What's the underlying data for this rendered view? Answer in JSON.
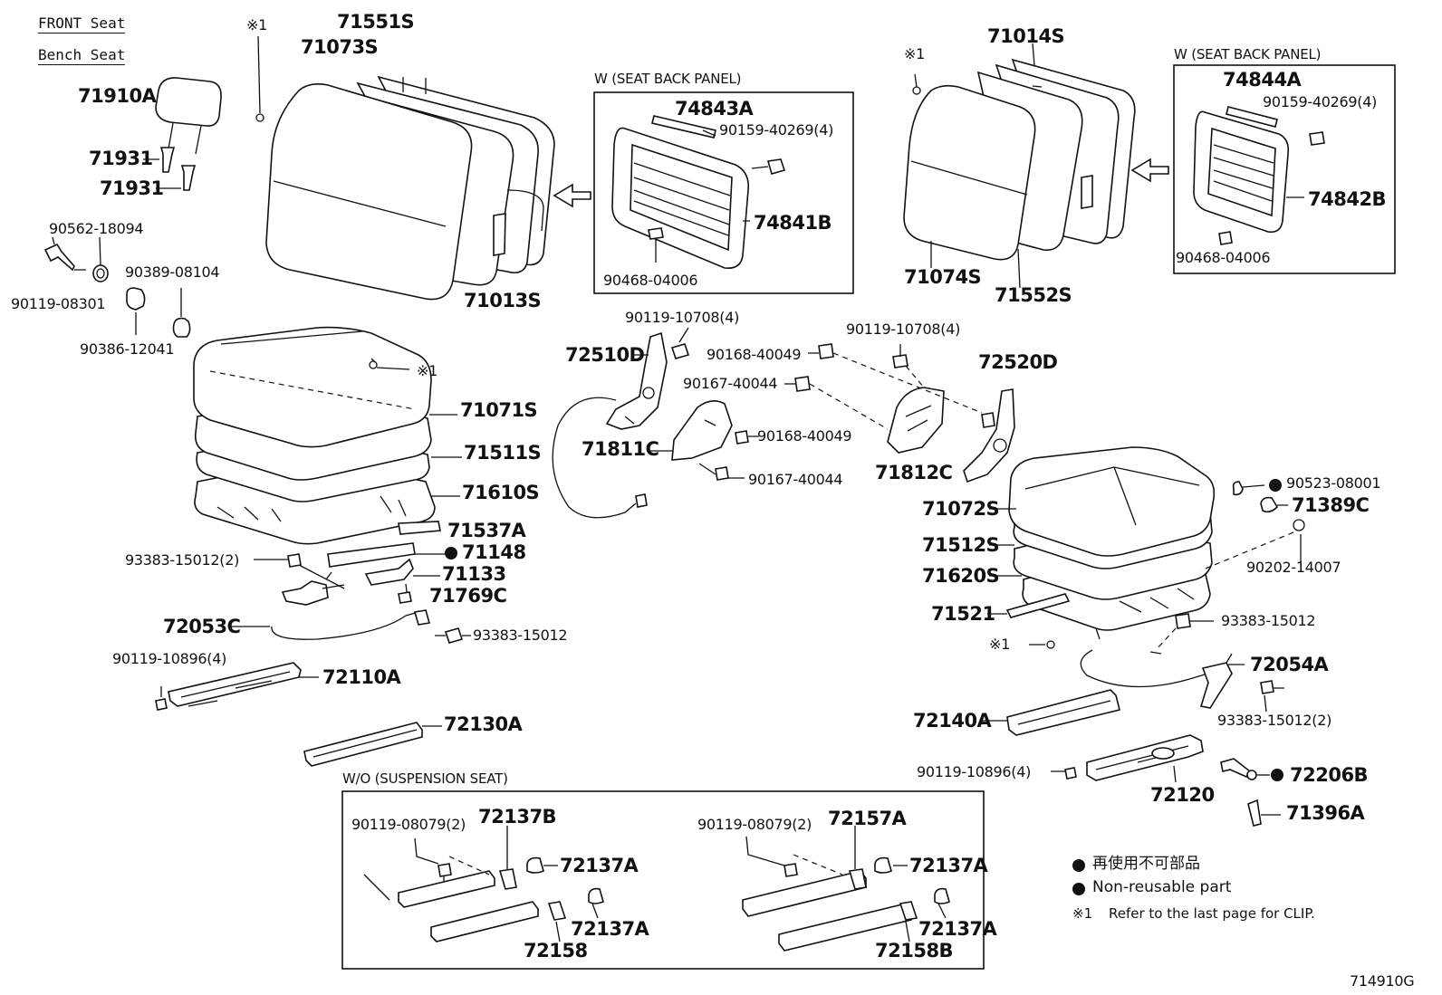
{
  "headings": {
    "front_seat": "FRONT Seat",
    "bench_seat": "Bench Seat"
  },
  "clip_ref_mark": "※1",
  "boxes": {
    "seat_back_panel_1": "W (SEAT BACK PANEL)",
    "seat_back_panel_2": "W (SEAT BACK PANEL)",
    "suspension_seat": "W/O (SUSPENSION SEAT)"
  },
  "parts": {
    "p71551S": "71551S",
    "p71073S": "71073S",
    "p71910A": "71910A",
    "p71931a": "71931",
    "p71931b": "71931",
    "p90562_18094": "90562-18094",
    "p90389_08104": "90389-08104",
    "p90119_08301": "90119-08301",
    "p90386_12041": "90386-12041",
    "p71013S": "71013S",
    "p74843A": "74843A",
    "p90159_40269a": "90159-40269(4)",
    "p74841B": "74841B",
    "p90468_04006a": "90468-04006",
    "p71014S": "71014S",
    "p71074S": "71074S",
    "p71552S": "71552S",
    "p74844A": "74844A",
    "p90159_40269b": "90159-40269(4)",
    "p74842B": "74842B",
    "p90468_04006b": "90468-04006",
    "p90119_10708a": "90119-10708(4)",
    "p90119_10708b": "90119-10708(4)",
    "p72510D": "72510D",
    "p90168_40049a": "90168-40049",
    "p90167_40044a": "90167-40044",
    "p90168_40049b": "90168-40049",
    "p71811C": "71811C",
    "p90167_40044b": "90167-40044",
    "p72520D": "72520D",
    "p71812C": "71812C",
    "p71071S": "71071S",
    "p71511S": "71511S",
    "p71610S": "71610S",
    "p71537A": "71537A",
    "p71148": "71148",
    "p93383_15012_2a": "93383-15012(2)",
    "p71133": "71133",
    "p71769C": "71769C",
    "p72053C": "72053C",
    "p93383_15012a": "93383-15012",
    "p90119_10896a": "90119-10896(4)",
    "p72110A": "72110A",
    "p72130A": "72130A",
    "p90523_08001": "90523-08001",
    "p71389C": "71389C",
    "p90202_14007": "90202-14007",
    "p71072S": "71072S",
    "p71512S": "71512S",
    "p71620S": "71620S",
    "p71521": "71521",
    "p93383_15012b": "93383-15012",
    "p72054A": "72054A",
    "p93383_15012_2b": "93383-15012(2)",
    "p72140A": "72140A",
    "p90119_10896b": "90119-10896(4)",
    "p72206B": "72206B",
    "p72120": "72120",
    "p71396A": "71396A",
    "p90119_08079a": "90119-08079(2)",
    "p72137B": "72137B",
    "p72137A_1": "72137A",
    "p72137A_2": "72137A",
    "p72158": "72158",
    "p90119_08079b": "90119-08079(2)",
    "p72157A": "72157A",
    "p72137A_3": "72137A",
    "p72137A_4": "72137A",
    "p72158B": "72158B"
  },
  "legend": {
    "japanese": "再使用不可部品",
    "english": "Non-reusable part",
    "clip_note": "Refer to the last page for CLIP."
  },
  "diagram_id": "714910G"
}
